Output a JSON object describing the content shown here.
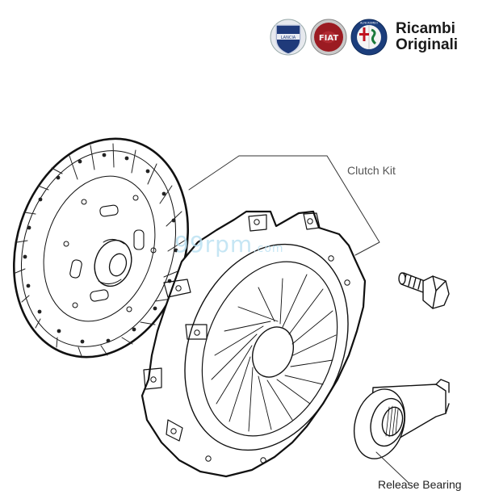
{
  "branding": {
    "line1": "Ricambi",
    "line2": "Originali",
    "badges": [
      {
        "name": "lancia-badge",
        "text": "LANCIA",
        "color": "#1f3a7a"
      },
      {
        "name": "fiat-badge",
        "text": "FIAT",
        "color": "#9b1b22"
      },
      {
        "name": "alfa-romeo-badge",
        "text": "ALFA ROMEO",
        "color": "#1c3e7c"
      }
    ]
  },
  "watermark": {
    "main": "99rpm",
    "suffix": ".com"
  },
  "labels": {
    "clutch_kit": "Clutch Kit",
    "release_bearing": "Release Bearing"
  }
}
